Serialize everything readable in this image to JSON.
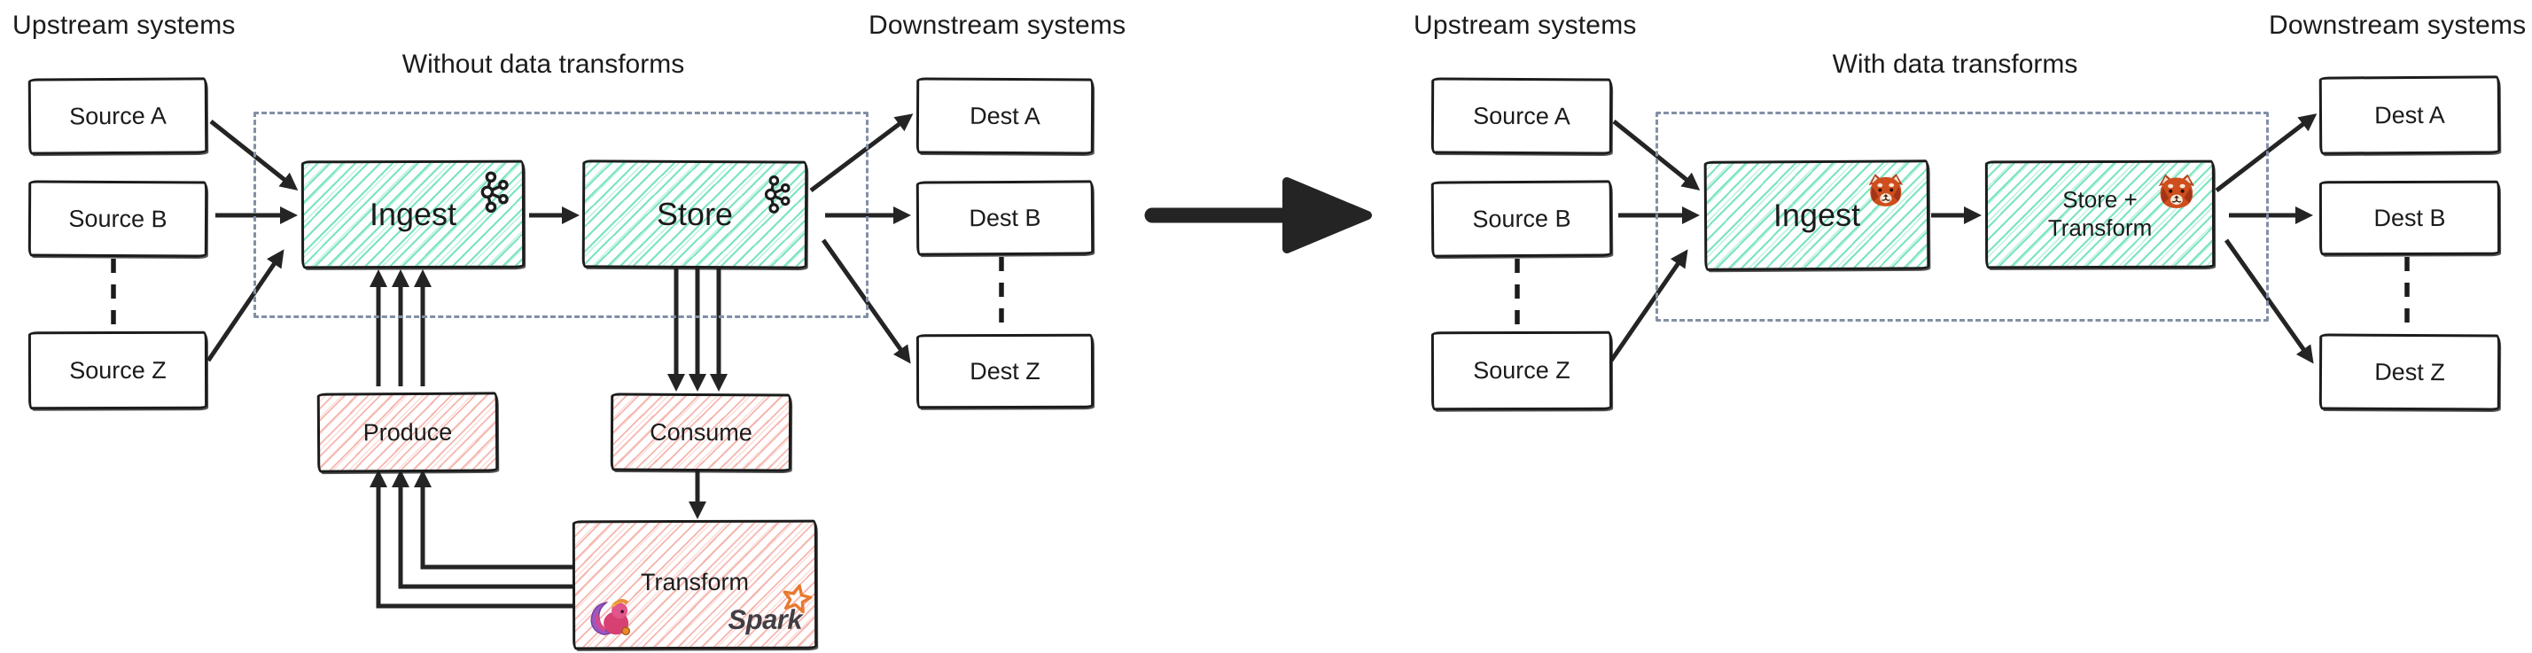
{
  "page": {
    "background": "#ffffff"
  },
  "left_diagram": {
    "upstream_label": "Upstream systems",
    "title": "Without data transforms",
    "downstream_label": "Downstream systems",
    "sources": [
      "Source A",
      "Source B",
      "Source Z"
    ],
    "dests": [
      "Dest A",
      "Dest B",
      "Dest Z"
    ],
    "ingest_label": "Ingest",
    "store_label": "Store",
    "ingest_icon": "kafka-icon",
    "store_icon": "kafka-icon",
    "produce_label": "Produce",
    "consume_label": "Consume",
    "transform_label": "Transform",
    "transform_icons": [
      "flink-squirrel-icon",
      "spark-logo"
    ],
    "spark_label": "Spark"
  },
  "right_diagram": {
    "upstream_label": "Upstream systems",
    "title": "With data transforms",
    "downstream_label": "Downstream systems",
    "sources": [
      "Source A",
      "Source B",
      "Source Z"
    ],
    "dests": [
      "Dest A",
      "Dest B",
      "Dest Z"
    ],
    "ingest_label": "Ingest",
    "store_line1": "Store +",
    "store_line2": "Transform",
    "ingest_icon": "redpanda-icon",
    "store_icon": "redpanda-icon"
  },
  "colors": {
    "ink": "#1c1c1c",
    "arrow": "#242424",
    "teal_hatch": "#74e3bd",
    "pink_hatch": "#f4a9a1",
    "dashed_boundary": "#8290a6",
    "spark_orange": "#e8792e",
    "panda_red": "#cf4e1d",
    "flink_purple": "#9b59c0",
    "flink_pink": "#d64072"
  }
}
